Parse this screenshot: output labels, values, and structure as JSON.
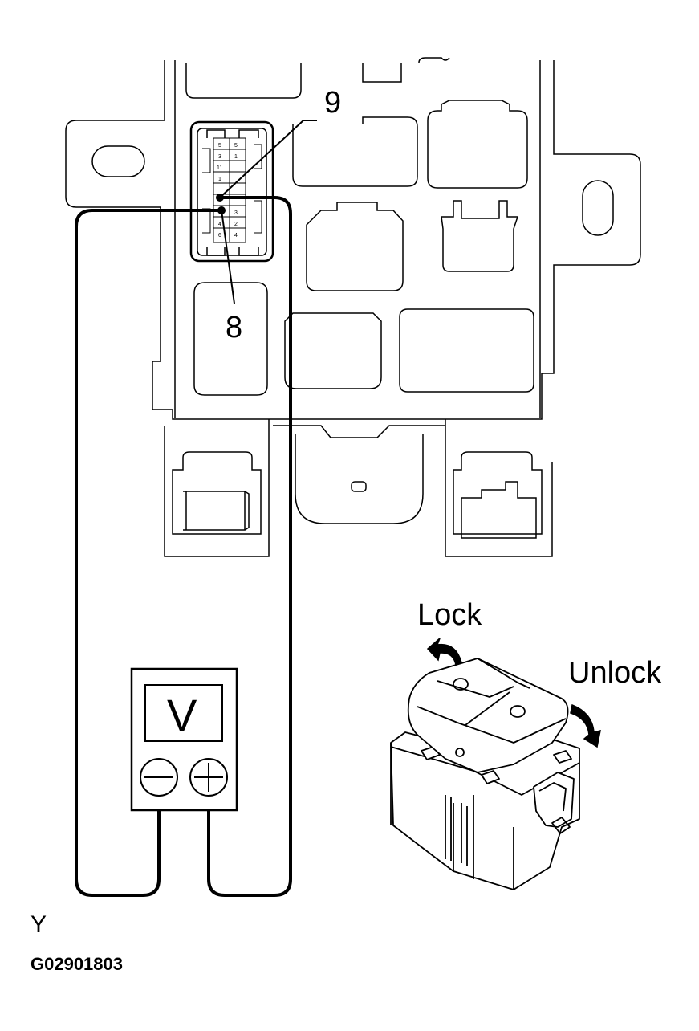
{
  "diagram": {
    "connector": {
      "pin_a": "9",
      "pin_b": "8"
    },
    "switch": {
      "lock_label": "Lock",
      "unlock_label": "Unlock"
    },
    "meter": {
      "letter": "V",
      "negative_symbol": "−",
      "positive_symbol": "+"
    },
    "footer": {
      "marker": "Y",
      "code": "G02901803"
    }
  }
}
